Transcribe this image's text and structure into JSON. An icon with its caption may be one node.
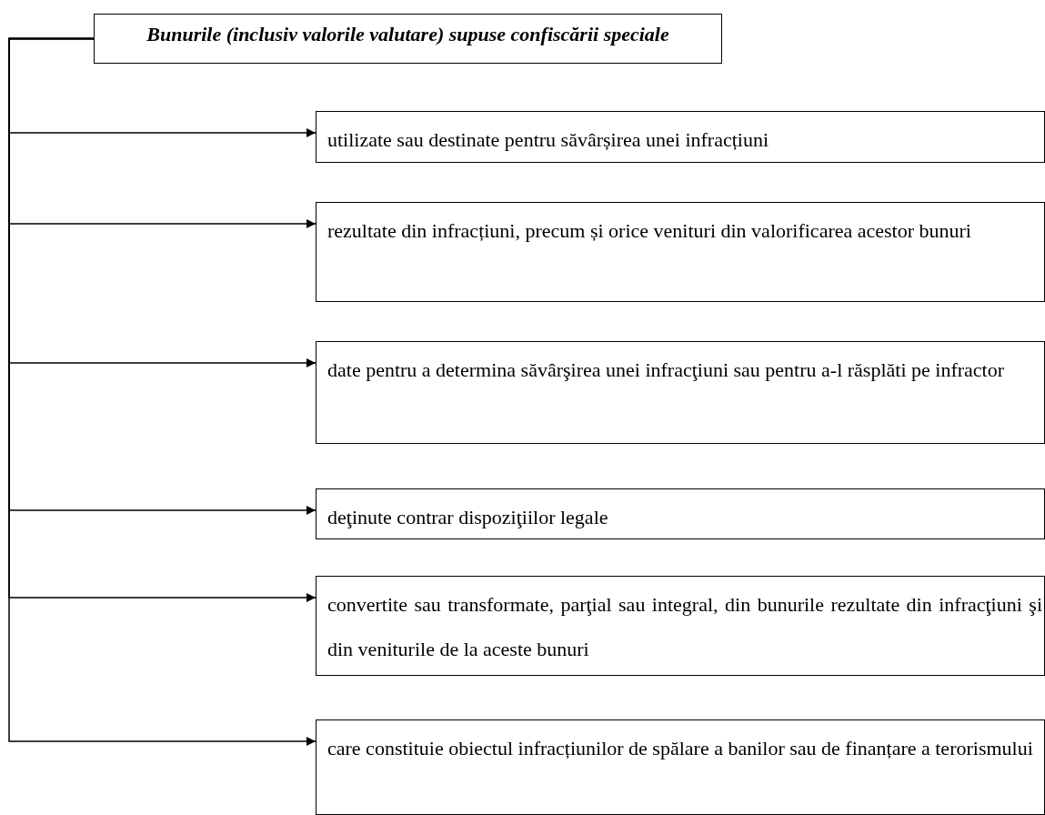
{
  "diagram": {
    "nodes": [
      {
        "text": [
          "Bunurile (inclusiv valorile valutare) supuse confiscării speciale"
        ]
      },
      {
        "text": [
          "utilizate sau destinate pentru săvârșirea unei infracțiuni"
        ]
      },
      {
        "text": [
          "rezultate din infracțiuni, precum și orice venituri din valorificarea acestor bunuri"
        ]
      },
      {
        "text": [
          "date pentru a determina săvârşirea unei infracţiuni sau pentru a-l răsplăti pe infractor"
        ]
      },
      {
        "text": [
          "deţinute contrar dispoziţiilor legale"
        ]
      },
      {
        "text": [
          "convertite sau transformate, parţial sau integral, din bunurile rezultate din infracţiuni şi din veniturile de la aceste bunuri"
        ]
      },
      {
        "text": [
          "care constituie obiectul infracțiunilor de spălare a banilor sau de finanțare a terorismului"
        ]
      }
    ],
    "edges": [
      {
        "from": 0,
        "to": 1,
        "arrow": "to"
      },
      {
        "from": 0,
        "to": 2,
        "arrow": "to"
      },
      {
        "from": 0,
        "to": 3,
        "arrow": "to"
      },
      {
        "from": 0,
        "to": 4,
        "arrow": "to"
      },
      {
        "from": 0,
        "to": 5,
        "arrow": "to"
      },
      {
        "from": 0,
        "to": 6,
        "arrow": "to"
      }
    ]
  }
}
